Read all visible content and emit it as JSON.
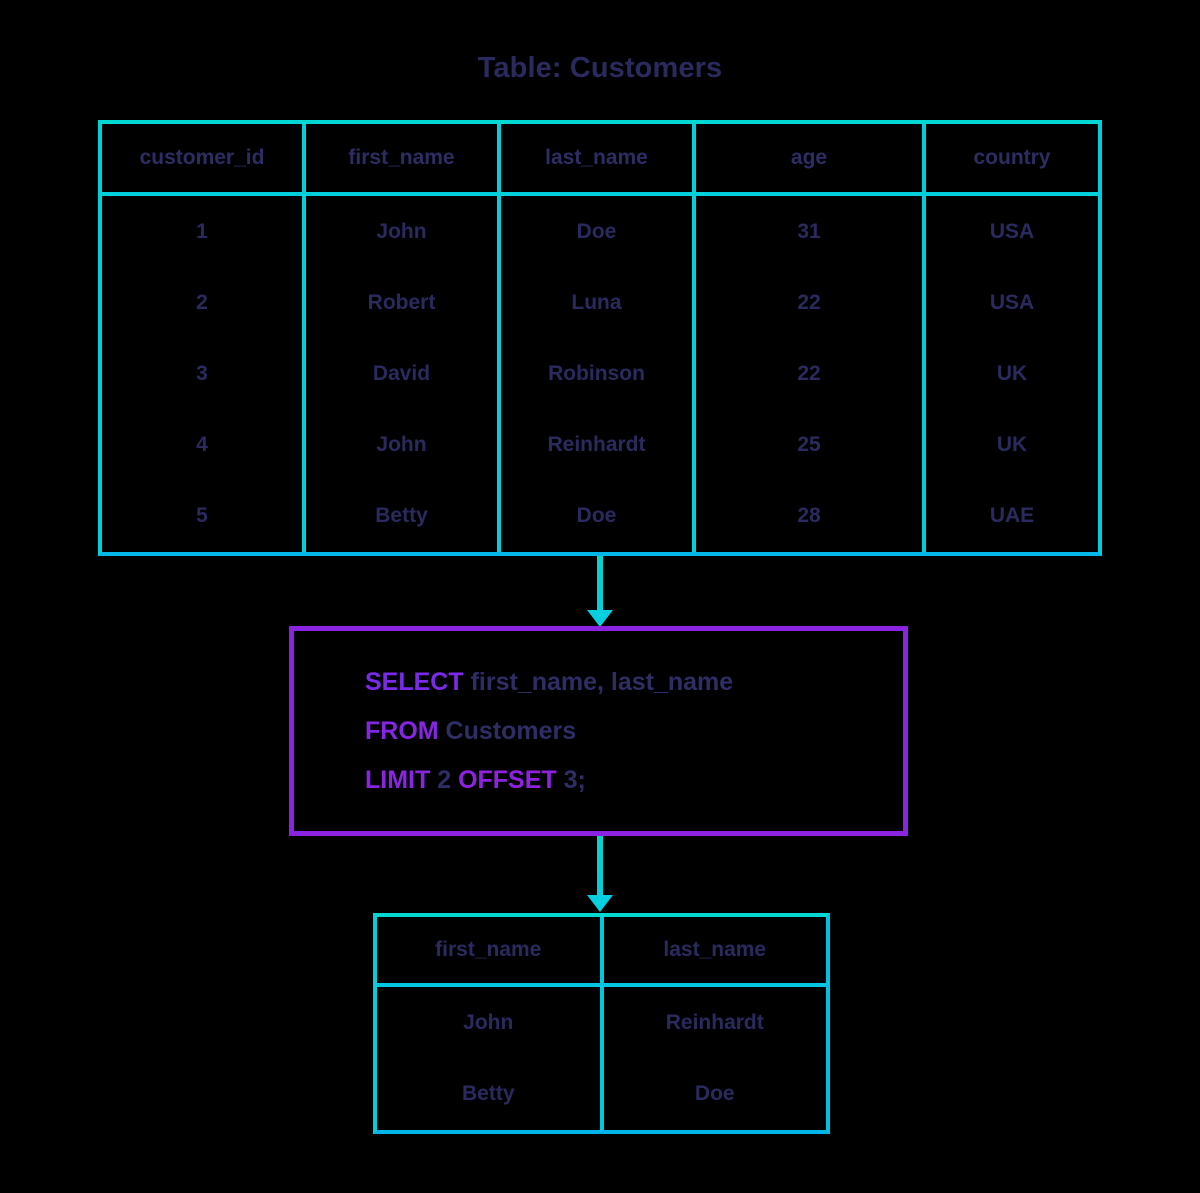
{
  "title": "Table: Customers",
  "colors": {
    "table_border": "#00d2d8",
    "table_border_bottom": "#00b4e8",
    "arrow": "#06cfe0",
    "query_border": "#8b24e2",
    "keyword": "#8b24e2",
    "text": "#2b2a5e",
    "background": "#000000"
  },
  "source_table": {
    "name": "Customers",
    "columns": [
      "customer_id",
      "first_name",
      "last_name",
      "age",
      "country"
    ],
    "rows": [
      [
        "1",
        "John",
        "Doe",
        "31",
        "USA"
      ],
      [
        "2",
        "Robert",
        "Luna",
        "22",
        "USA"
      ],
      [
        "3",
        "David",
        "Robinson",
        "22",
        "UK"
      ],
      [
        "4",
        "John",
        "Reinhardt",
        "25",
        "UK"
      ],
      [
        "5",
        "Betty",
        "Doe",
        "28",
        "UAE"
      ]
    ]
  },
  "query": {
    "lines": [
      [
        {
          "t": "SELECT",
          "kw": true
        },
        {
          "t": " first_name, last_name",
          "kw": false
        }
      ],
      [
        {
          "t": "FROM",
          "kw": true
        },
        {
          "t": " Customers",
          "kw": false
        }
      ],
      [
        {
          "t": "LIMIT",
          "kw": true
        },
        {
          "t": " 2 ",
          "kw": false
        },
        {
          "t": "OFFSET",
          "kw": true
        },
        {
          "t": " 3;",
          "kw": false
        }
      ]
    ],
    "full_text": "SELECT first_name, last_name FROM Customers LIMIT 2 OFFSET 3;"
  },
  "result_table": {
    "columns": [
      "first_name",
      "last_name"
    ],
    "rows": [
      [
        "John",
        "Reinhardt"
      ],
      [
        "Betty",
        "Doe"
      ]
    ]
  },
  "arrows": [
    {
      "name": "table-to-query",
      "direction": "down"
    },
    {
      "name": "query-to-result",
      "direction": "down"
    }
  ]
}
